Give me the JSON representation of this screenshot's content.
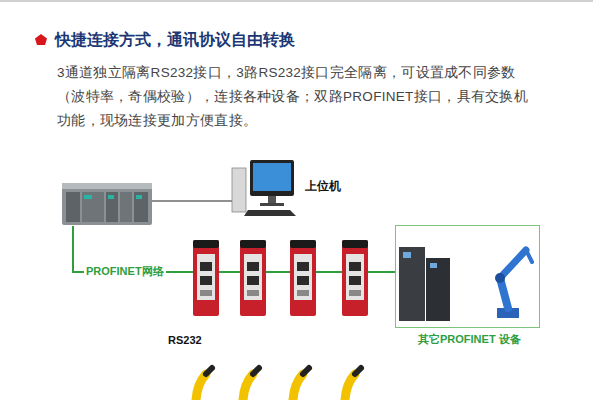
{
  "diagram": {
    "title": "快捷连接方式，通讯协议自由转换",
    "nodes": [
      {
        "text": [
          "上位机"
        ]
      },
      {
        "text": [
          "其它PROFINET 设备"
        ]
      }
    ],
    "labels": [
      "3通道独立隔离RS232接口，3路RS232接口完全隔离，可设置成不同参数（波特率，奇偶校验），连接各种设备；双路PROFINET接口，具有交换机功能，现场连接更加方便直接。",
      "PROFINET网络",
      "RS232"
    ]
  }
}
